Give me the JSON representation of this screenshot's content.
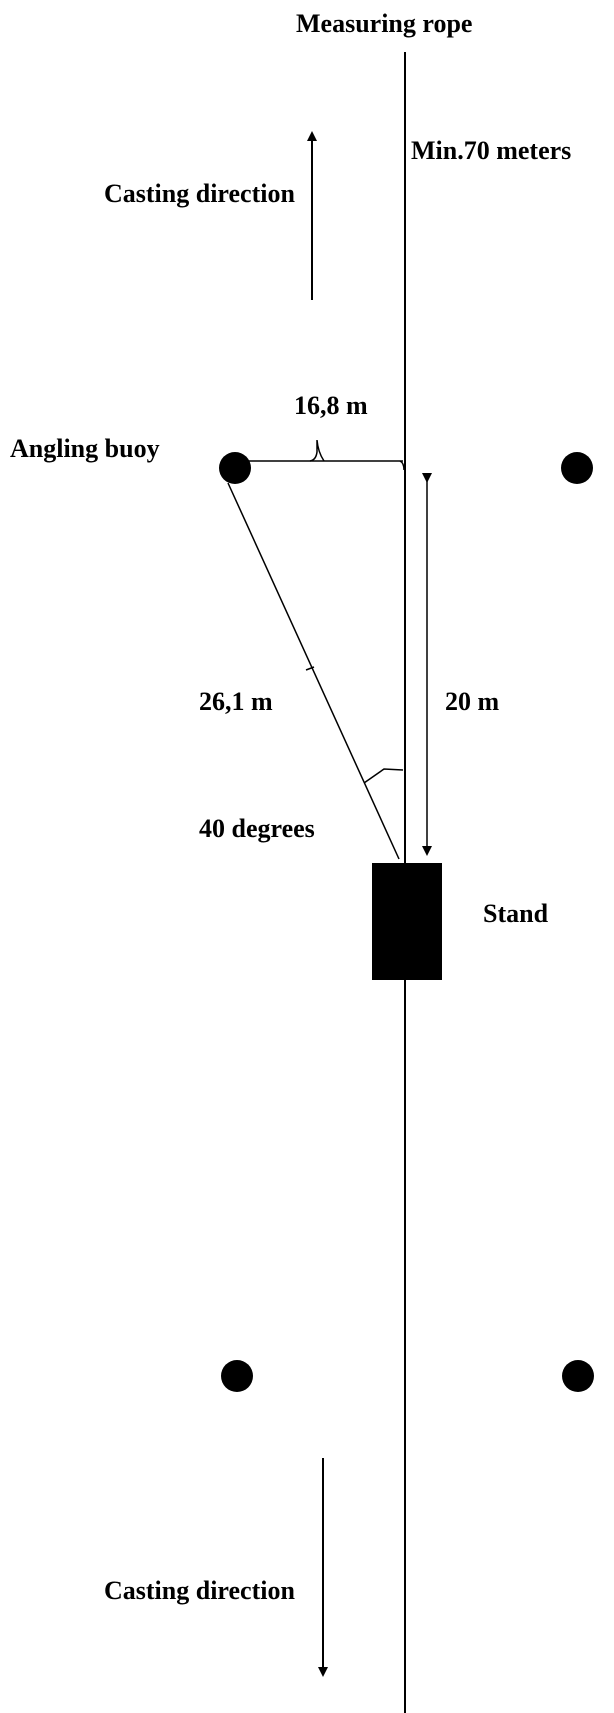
{
  "labels": {
    "measuring_rope": "Measuring rope",
    "min_distance": "Min.70 meters",
    "casting_direction_top": "Casting direction",
    "casting_direction_bottom": "Casting direction",
    "angling_buoy": "Angling buoy",
    "horizontal_distance": "16,8 m",
    "diagonal_distance": "26,1 m",
    "vertical_distance": "20 m",
    "angle": "40 degrees",
    "stand": "Stand"
  },
  "colors": {
    "ink": "#000000",
    "background": "#ffffff"
  }
}
